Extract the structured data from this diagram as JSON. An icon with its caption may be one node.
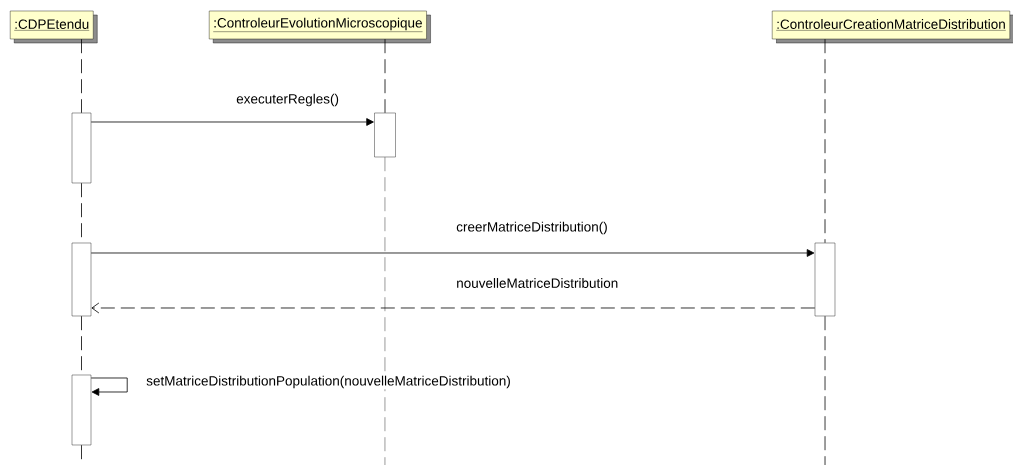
{
  "diagram": {
    "nodes": [
      {
        "text": [
          ":CDPEtendu"
        ]
      },
      {
        "text": [
          ":ControleurEvolutionMicroscopique"
        ]
      },
      {
        "text": [
          ":ControleurCreationMatriceDistribution"
        ]
      },
      {
        "text": [],
        "shape": "bar"
      },
      {
        "text": [],
        "shape": "bar"
      },
      {
        "text": [],
        "shape": "bar"
      },
      {
        "text": [],
        "shape": "bar"
      },
      {
        "text": [],
        "shape": "bar"
      }
    ],
    "edges": [
      {
        "from": 0,
        "to": 3,
        "arrow": "none",
        "style": "dashed"
      },
      {
        "from": 3,
        "to": 4,
        "arrow": "none",
        "style": "dashed"
      },
      {
        "from": 4,
        "to": 5,
        "arrow": "none",
        "style": "dashed"
      },
      {
        "from": 1,
        "to": 6,
        "arrow": "none",
        "style": "dashed"
      },
      {
        "from": 2,
        "to": 7,
        "arrow": "none",
        "style": "dashed"
      },
      {
        "from": 3,
        "to": 6,
        "arrow": "to",
        "label": "executerRegles()"
      },
      {
        "from": 4,
        "to": 7,
        "arrow": "to",
        "label": "creerMatriceDistribution()"
      },
      {
        "from": 7,
        "to": 4,
        "arrow": "to",
        "style": "dashed",
        "label": "nouvelleMatriceDistribution"
      },
      {
        "from": 5,
        "to": 5,
        "arrow": "to",
        "label": "setMatriceDistributionPopulation(nouvelleMatriceDistribution)"
      }
    ]
  }
}
